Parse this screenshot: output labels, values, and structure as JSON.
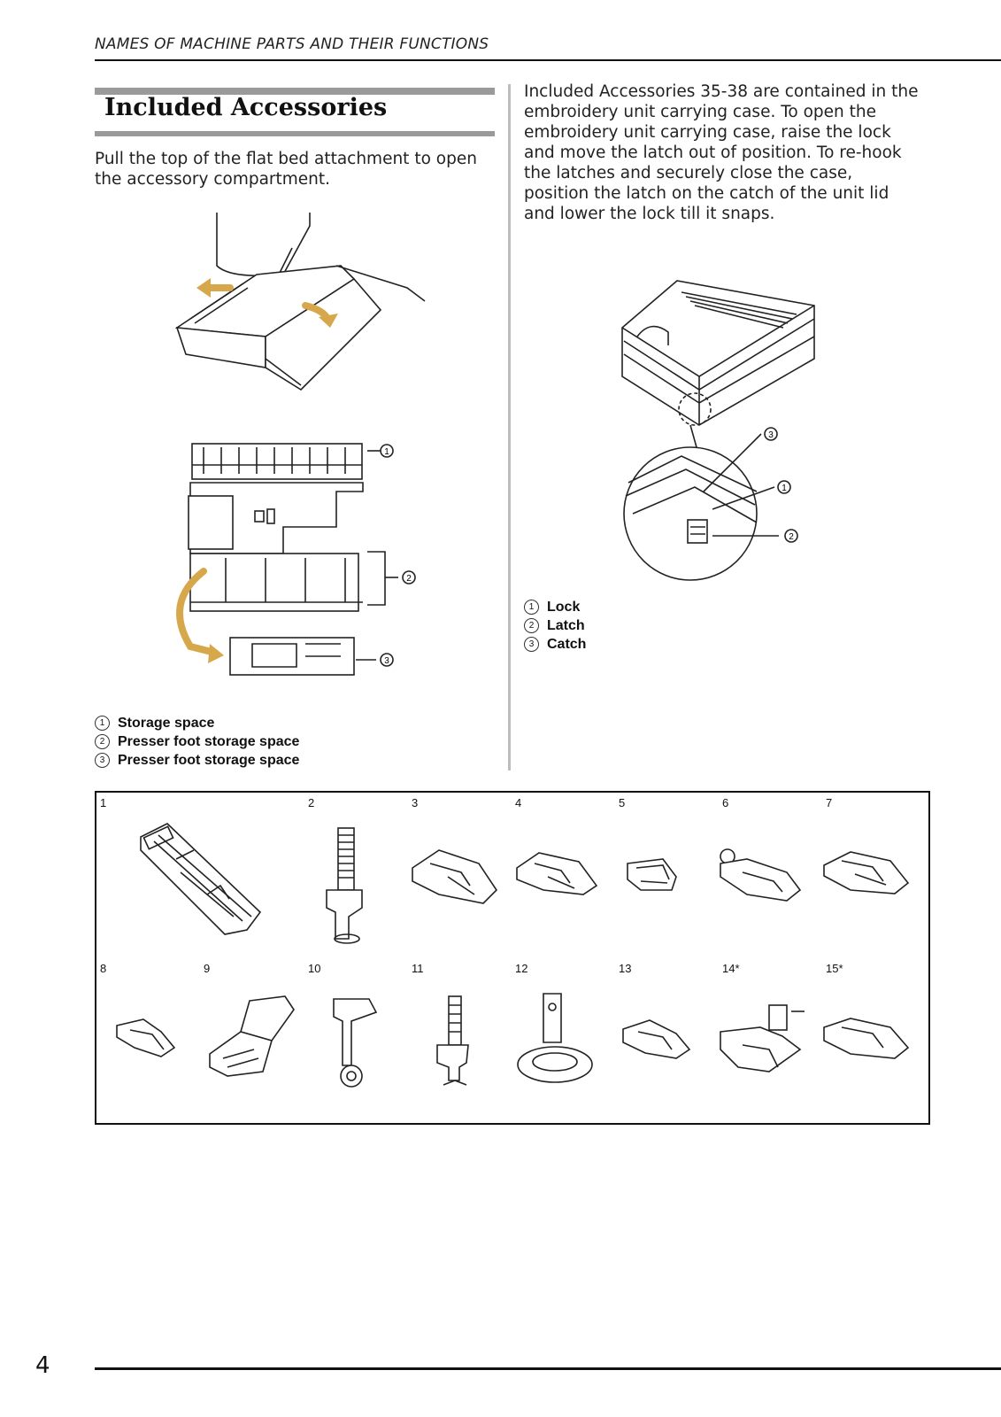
{
  "header": {
    "running_title": "NAMES OF MACHINE PARTS AND THEIR FUNCTIONS"
  },
  "section": {
    "title": "Included Accessories"
  },
  "intro": {
    "text": "Pull the top of the flat bed attachment to open the accessory compartment."
  },
  "case": {
    "text": "Included Accessories 35-38 are contained in the embroidery unit carrying case. To open the embroidery unit carrying case, raise the lock and move the latch out of position. To re-hook the latches and securely close the case, position the latch on the catch of the unit lid and lower the lock till it snaps."
  },
  "compartment_legend": [
    {
      "num": "1",
      "label": "Storage space"
    },
    {
      "num": "2",
      "label": "Presser foot storage space"
    },
    {
      "num": "3",
      "label": "Presser foot storage space"
    }
  ],
  "case_legend": [
    {
      "num": "1",
      "label": "Lock"
    },
    {
      "num": "2",
      "label": "Latch"
    },
    {
      "num": "3",
      "label": "Catch"
    }
  ],
  "accessories": [
    {
      "num": "1"
    },
    {
      "num": "2"
    },
    {
      "num": "3"
    },
    {
      "num": "4"
    },
    {
      "num": "5"
    },
    {
      "num": "6"
    },
    {
      "num": "7"
    },
    {
      "num": "8"
    },
    {
      "num": "9"
    },
    {
      "num": "10"
    },
    {
      "num": "11"
    },
    {
      "num": "12"
    },
    {
      "num": "13"
    },
    {
      "num": "14*"
    },
    {
      "num": "15*"
    }
  ],
  "footer": {
    "page_number": "4"
  }
}
